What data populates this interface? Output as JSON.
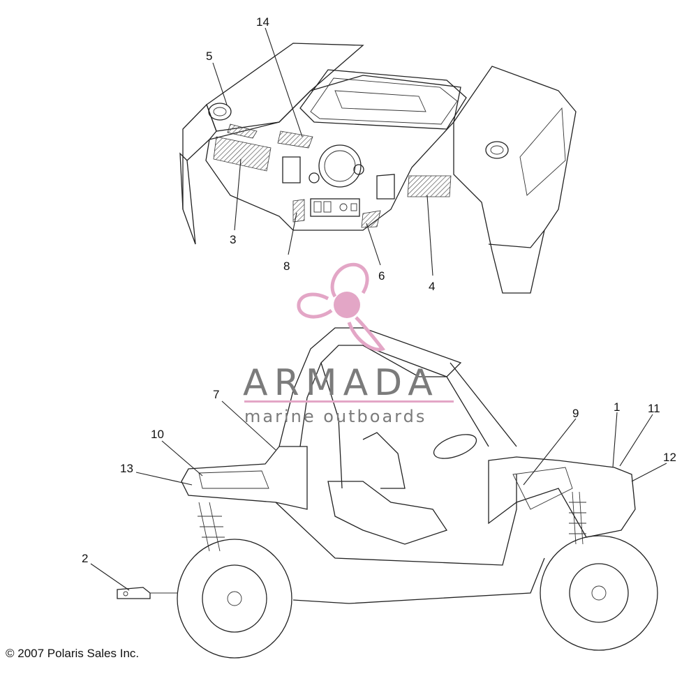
{
  "callouts": [
    {
      "id": "14"
    },
    {
      "id": "5"
    },
    {
      "id": "3"
    },
    {
      "id": "8"
    },
    {
      "id": "6"
    },
    {
      "id": "4"
    },
    {
      "id": "7"
    },
    {
      "id": "10"
    },
    {
      "id": "13"
    },
    {
      "id": "2"
    },
    {
      "id": "9"
    },
    {
      "id": "1"
    },
    {
      "id": "11"
    },
    {
      "id": "12"
    }
  ],
  "watermark": {
    "brand": "ARMADA",
    "tagline": "marine outboards",
    "text_color": "#7b7b7b",
    "accent_color": "#e3a6c6"
  },
  "copyright": "© 2007 Polaris Sales Inc."
}
